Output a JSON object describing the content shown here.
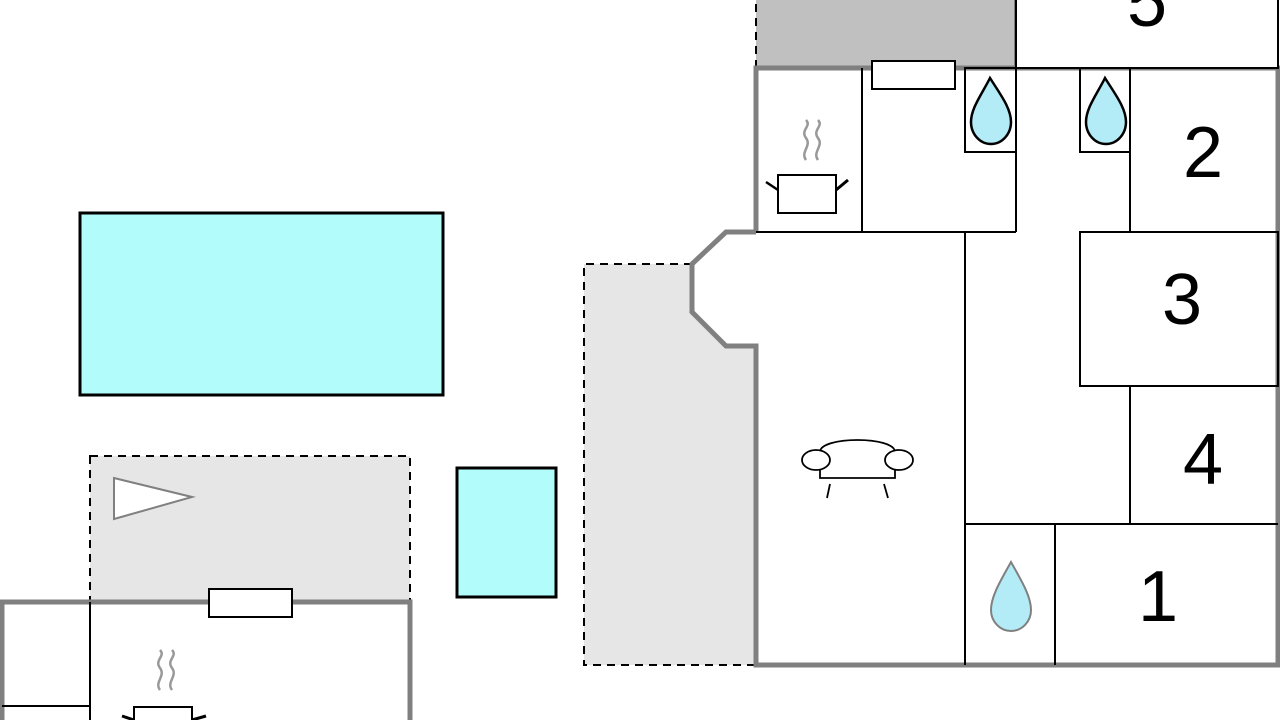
{
  "floorplan": {
    "rooms": [
      {
        "key": "room_1",
        "label": "1"
      },
      {
        "key": "room_2",
        "label": "2"
      },
      {
        "key": "room_3",
        "label": "3"
      },
      {
        "key": "room_4",
        "label": "4"
      },
      {
        "key": "room_5",
        "label": "5"
      }
    ],
    "colors": {
      "pool": "#b3fcfc",
      "terrace": "#e6e6e6",
      "carport": "#c0c0c0",
      "water_drop": "#b3ecf7",
      "wall": "#808080",
      "line": "#000000"
    },
    "icons": [
      "water-drop-icon",
      "cooking-pot-icon",
      "sofa-icon",
      "parasol-icon",
      "radiator-icon"
    ]
  }
}
